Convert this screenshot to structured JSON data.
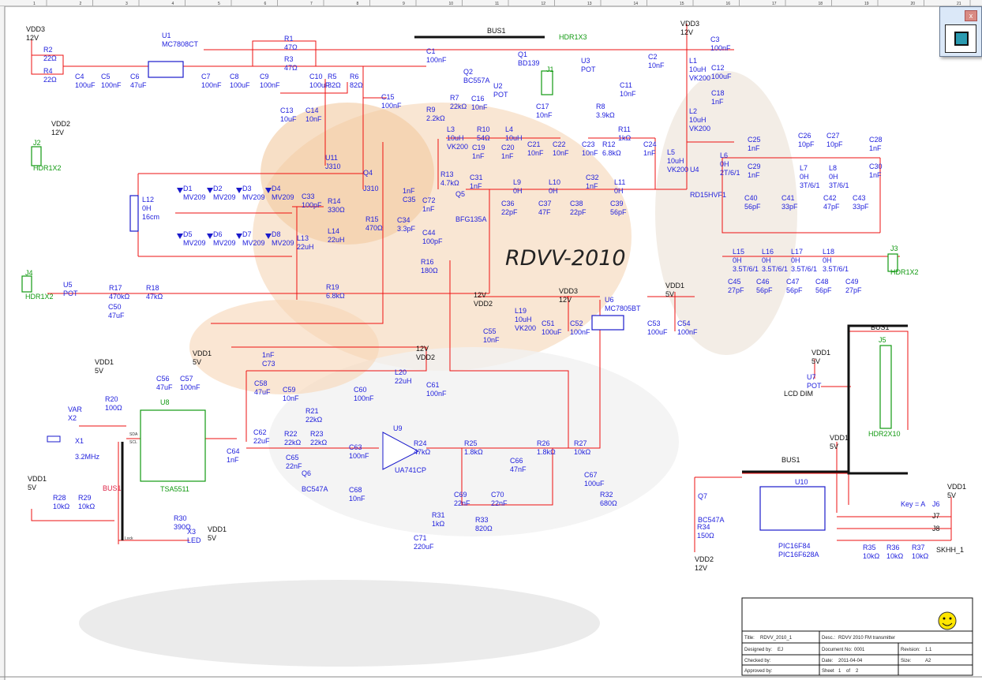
{
  "title_text": "RDVV-2010",
  "ruler": [
    "1",
    "2",
    "3",
    "4",
    "5",
    "6",
    "7",
    "8",
    "9",
    "10",
    "11",
    "12",
    "13",
    "14",
    "15",
    "16",
    "17",
    "18",
    "19",
    "20",
    "21"
  ],
  "window": {
    "close_label": "x"
  },
  "components": {
    "VDD3a": [
      "VDD3",
      "12V"
    ],
    "R2": [
      "R2",
      "22Ω"
    ],
    "R4": [
      "R4",
      "22Ω"
    ],
    "C4": [
      "C4",
      "100uF"
    ],
    "C5": [
      "C5",
      "100nF"
    ],
    "C6": [
      "C6",
      "47uF"
    ],
    "U1": [
      "U1",
      "MC7808CT"
    ],
    "C7": [
      "C7",
      "100nF"
    ],
    "C8": [
      "C8",
      "100uF"
    ],
    "C9": [
      "C9",
      "100nF"
    ],
    "R1": [
      "R1",
      "47Ω"
    ],
    "R3": [
      "R3",
      "47Ω"
    ],
    "C10": [
      "C10",
      "100uF"
    ],
    "R5": [
      "R5",
      "82Ω"
    ],
    "R6": [
      "R6",
      "82Ω"
    ],
    "C13": [
      "C13",
      "10uF"
    ],
    "C14": [
      "C14",
      "10nF"
    ],
    "VDD2a": [
      "VDD2",
      "12V"
    ],
    "J2": [
      "J2",
      "HDR1X2"
    ],
    "U11": [
      "U11",
      "J310"
    ],
    "Q4": [
      "Q4",
      "J310"
    ],
    "C15": [
      "C15",
      "100nF"
    ],
    "D1": [
      "D1",
      "MV209"
    ],
    "D2": [
      "D2",
      "MV209"
    ],
    "D3": [
      "D3",
      "MV209"
    ],
    "D4": [
      "D4",
      "MV209"
    ],
    "D5": [
      "D5",
      "MV209"
    ],
    "D6": [
      "D6",
      "MV209"
    ],
    "D7": [
      "D7",
      "MV209"
    ],
    "D8": [
      "D8",
      "MV209"
    ],
    "L12": [
      "L12",
      "0H",
      "16cm"
    ],
    "C33": [
      "C33",
      "100pF"
    ],
    "R14": [
      "R14",
      "330Ω"
    ],
    "R15": [
      "R15",
      "470Ω"
    ],
    "L14": [
      "L14",
      "22uH"
    ],
    "L13": [
      "L13",
      "22uH"
    ],
    "BUS1a": [
      "BUS1"
    ],
    "HDR1X3": [
      "HDR1X3"
    ],
    "C1": [
      "C1",
      "100nF"
    ],
    "Q2": [
      "Q2",
      "BC557A"
    ],
    "Q1": [
      "Q1",
      "BD139"
    ],
    "J1": [
      "J1"
    ],
    "U3": [
      "U3",
      "POT"
    ],
    "C2": [
      "C2",
      "10nF"
    ],
    "U2": [
      "U2",
      "POT"
    ],
    "R7": [
      "R7",
      "22kΩ"
    ],
    "C16": [
      "C16",
      "10nF"
    ],
    "C17": [
      "C17",
      "10nF"
    ],
    "C11": [
      "C11",
      "10nF"
    ],
    "R8": [
      "R8",
      "3.9kΩ"
    ],
    "R9": [
      "R9",
      "2.2kΩ"
    ],
    "L3": [
      "L3",
      "10uH",
      "VK200"
    ],
    "R10": [
      "R10",
      "54Ω"
    ],
    "L4": [
      "L4",
      "10uH"
    ],
    "C19": [
      "C19",
      "1nF"
    ],
    "C20": [
      "C20",
      "1nF"
    ],
    "C21": [
      "C21",
      "10nF"
    ],
    "C22": [
      "C22",
      "10nF"
    ],
    "C23": [
      "C23",
      "10nF"
    ],
    "R12": [
      "R12",
      "6.8kΩ"
    ],
    "R11": [
      "R11",
      "1kΩ"
    ],
    "C24": [
      "C24",
      "1nF"
    ],
    "L5": [
      "L5",
      "10uH",
      "VK200"
    ],
    "R13": [
      "R13",
      "4.7kΩ"
    ],
    "C31": [
      "C31",
      "1nF"
    ],
    "L9": [
      "L9",
      "0H"
    ],
    "L10": [
      "L10",
      "0H"
    ],
    "C32": [
      "C32",
      "1nF"
    ],
    "L11": [
      "L11",
      "0H"
    ],
    "U4": [
      "U4",
      "RD15HVF1"
    ],
    "C35": [
      "1nF",
      "C35"
    ],
    "C72": [
      "C72",
      "1nF"
    ],
    "Q5": [
      "Q5",
      "BFG135A"
    ],
    "C34": [
      "C34",
      "3.3pF"
    ],
    "C44": [
      "C44",
      "100pF"
    ],
    "C36": [
      "C36",
      "22pF"
    ],
    "C37": [
      "C37",
      "47F"
    ],
    "C38": [
      "C38",
      "22pF"
    ],
    "C39": [
      "C39",
      "56pF"
    ],
    "R16": [
      "R16",
      "180Ω"
    ],
    "VDD3b": [
      "VDD3",
      "12V"
    ],
    "C3": [
      "C3",
      "100nF"
    ],
    "L1": [
      "L1",
      "10uH",
      "VK200"
    ],
    "C12": [
      "C12",
      "100uF"
    ],
    "C18": [
      "C18",
      "1nF"
    ],
    "L2": [
      "L2",
      "10uH",
      "VK200"
    ],
    "C25": [
      "C25",
      "1nF"
    ],
    "L6": [
      "L6",
      "0H",
      "2T/6/1"
    ],
    "C29": [
      "C29",
      "1nF"
    ],
    "C26": [
      "C26",
      "10pF"
    ],
    "C27": [
      "C27",
      "10pF"
    ],
    "C28": [
      "C28",
      "1nF"
    ],
    "L7": [
      "L7",
      "0H",
      "3T/6/1"
    ],
    "L8": [
      "L8",
      "0H",
      "3T/6/1"
    ],
    "C30": [
      "C30",
      "1nF"
    ],
    "C40": [
      "C40",
      "56pF"
    ],
    "C41": [
      "C41",
      "33pF"
    ],
    "C42": [
      "C42",
      "47pF"
    ],
    "C43": [
      "C43",
      "33pF"
    ],
    "L15": [
      "L15",
      "0H",
      "3.5T/6/1"
    ],
    "L16": [
      "L16",
      "0H",
      "3.5T/6/1"
    ],
    "L17": [
      "L17",
      "0H",
      "3.5T/6/1"
    ],
    "L18": [
      "L18",
      "0H",
      "3.5T/6/1"
    ],
    "C45": [
      "C45",
      "27pF"
    ],
    "C46": [
      "C46",
      "56pF"
    ],
    "C47": [
      "C47",
      "56pF"
    ],
    "C48": [
      "C48",
      "56pF"
    ],
    "C49": [
      "C49",
      "27pF"
    ],
    "J3": [
      "J3",
      "HDR1X2"
    ],
    "J4": [
      "J4",
      "HDR1X2"
    ],
    "U5": [
      "U5",
      "POT"
    ],
    "R17": [
      "R17",
      "470kΩ"
    ],
    "C50": [
      "C50",
      "47uF"
    ],
    "R18": [
      "R18",
      "47kΩ"
    ],
    "R19": [
      "R19",
      "6.8kΩ"
    ],
    "C73": [
      "1nF",
      "C73"
    ],
    "VDD1a": [
      "VDD1",
      "5V"
    ],
    "VDD1b": [
      "VDD1",
      "5V"
    ],
    "C56": [
      "C56",
      "47uF"
    ],
    "C57": [
      "C57",
      "100nF"
    ],
    "U8": [
      "U8",
      "TSA5511"
    ],
    "R20": [
      "R20",
      "100Ω"
    ],
    "X2": [
      "VAR",
      "X2"
    ],
    "X1": [
      "X1",
      "3.2MHz"
    ],
    "BUS1b": [
      "BUS1"
    ],
    "C64": [
      "C64",
      "1nF"
    ],
    "VDD1c": [
      "VDD1",
      "5V"
    ],
    "R28": [
      "R28",
      "10kΩ"
    ],
    "R29": [
      "R29",
      "10kΩ"
    ],
    "R30": [
      "R30",
      "390Ω"
    ],
    "X3": [
      "X3",
      "LED"
    ],
    "VDD1d": [
      "VDD1",
      "5V"
    ],
    "VDD2b": [
      "12V",
      "VDD2"
    ],
    "L19": [
      "L19",
      "10uH",
      "VK200"
    ],
    "VDD3c": [
      "VDD3",
      "12V"
    ],
    "U6": [
      "U6",
      "MC7805BT"
    ],
    "VDD1e": [
      "VDD1",
      "5V"
    ],
    "C55": [
      "C55",
      "10nF"
    ],
    "C51": [
      "C51",
      "100uF"
    ],
    "C52": [
      "C52",
      "100nF"
    ],
    "C53": [
      "C53",
      "100uF"
    ],
    "C54": [
      "C54",
      "100nF"
    ],
    "VDD2c": [
      "12V",
      "VDD2"
    ],
    "L20": [
      "L20",
      "22uH"
    ],
    "C58": [
      "C58",
      "47uF"
    ],
    "C59": [
      "C59",
      "10nF"
    ],
    "C60": [
      "C60",
      "100nF"
    ],
    "C61": [
      "C61",
      "100nF"
    ],
    "R21": [
      "R21",
      "22kΩ"
    ],
    "U9": [
      "U9"
    ],
    "UA741": [
      "UA741CP"
    ],
    "C62": [
      "C62",
      "22uF"
    ],
    "R22": [
      "R22",
      "22kΩ"
    ],
    "R23": [
      "R23",
      "22kΩ"
    ],
    "C63": [
      "C63",
      "100nF"
    ],
    "C65": [
      "C65",
      "22nF"
    ],
    "Q6": [
      "Q6",
      "BC547A"
    ],
    "C68": [
      "C68",
      "10nF"
    ],
    "R24": [
      "R24",
      "47kΩ"
    ],
    "R25": [
      "R25",
      "1.8kΩ"
    ],
    "R26": [
      "R26",
      "1.8kΩ"
    ],
    "R27": [
      "R27",
      "10kΩ"
    ],
    "C66": [
      "C66",
      "47nF"
    ],
    "C67": [
      "C67",
      "100uF"
    ],
    "C69": [
      "C69",
      "22nF"
    ],
    "C70": [
      "C70",
      "22nF"
    ],
    "R32": [
      "R32",
      "680Ω"
    ],
    "R31": [
      "R31",
      "1kΩ"
    ],
    "R33": [
      "R33",
      "820Ω"
    ],
    "C71": [
      "C71",
      "220uF"
    ],
    "BUS1c": [
      "BUS1"
    ],
    "J5": [
      "J5"
    ],
    "VDD1f": [
      "VDD1",
      "5V"
    ],
    "U7": [
      "U7",
      "POT"
    ],
    "LCDDIM": [
      "LCD DIM"
    ],
    "HDR2X10": [
      "HDR2X10"
    ],
    "VDD1g": [
      "VDD1",
      "5V"
    ],
    "BUS1d": [
      "BUS1"
    ],
    "U10": [
      "U10"
    ],
    "Q7": [
      "Q7",
      "BC547A"
    ],
    "R34": [
      "R34",
      "150Ω"
    ],
    "PIC": [
      "PIC16F84",
      "PIC16F628A"
    ],
    "VDD2d": [
      "VDD2",
      "12V"
    ],
    "KEY": [
      "Key = A"
    ],
    "J6": [
      "J6"
    ],
    "J7": [
      "J7"
    ],
    "J8": [
      "J8"
    ],
    "VDD1h": [
      "VDD1",
      "5V"
    ],
    "SKHH": [
      "SKHH_1"
    ],
    "R35": [
      "R35",
      "10kΩ"
    ],
    "R36": [
      "R36",
      "10kΩ"
    ],
    "R37": [
      "R37",
      "10kΩ"
    ],
    "SDA": [
      "SDA"
    ],
    "SCL": [
      "SCL"
    ],
    "LOCK": [
      "Lock"
    ]
  },
  "title_block": {
    "title_label": "Title:",
    "title_value": "RDVV_2010_1",
    "desc_label": "Desc.:",
    "desc_value": "RDVV 2010 FM transmitter",
    "designed_label": "Designed by:",
    "designed_value": "EJ",
    "docno_label": "Document No:",
    "docno_value": "0001",
    "revision_label": "Revision:",
    "revision_value": "1.1",
    "checked_label": "Checked by:",
    "date_label": "Date:",
    "date_value": "2011-04-04",
    "size_label": "Size:",
    "size_value": "A2",
    "approved_label": "Approved by:",
    "sheet_label": "Sheet",
    "sheet_value": "1",
    "sheet_of": "of",
    "sheet_total": "2"
  }
}
